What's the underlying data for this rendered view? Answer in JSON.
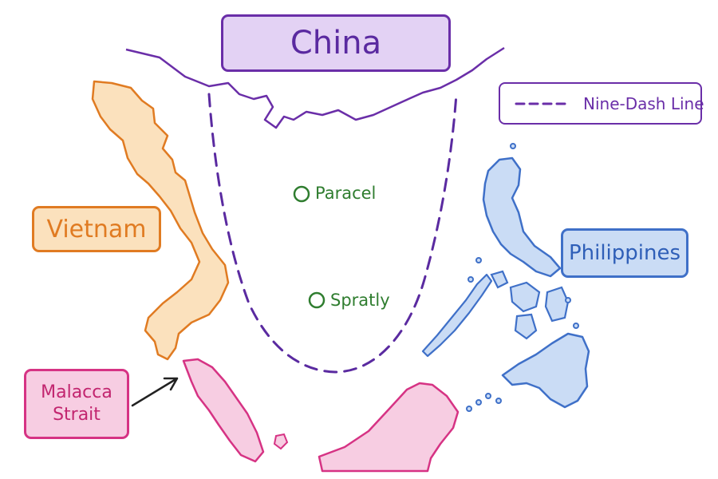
{
  "map": {
    "colors": {
      "china": "#6a2ea8",
      "china_fill": "#e3d2f4",
      "vietnam": "#e07b22",
      "vietnam_fill": "#fbe1bd",
      "philippines": "#3f70c8",
      "philippines_fill": "#cadcf5",
      "malacca": "#d63384",
      "malacca_fill": "#f7cde2",
      "islands": "#2f7d2f",
      "nine_dash": "#5a2aa0"
    },
    "labels": {
      "china": "China",
      "vietnam": "Vietnam",
      "philippines": "Philippines",
      "malacca": "Malacca Strait"
    },
    "islands": [
      {
        "name": "Paracel"
      },
      {
        "name": "Spratly"
      }
    ],
    "legend": {
      "nine_dash_label": "Nine-Dash Line"
    }
  }
}
